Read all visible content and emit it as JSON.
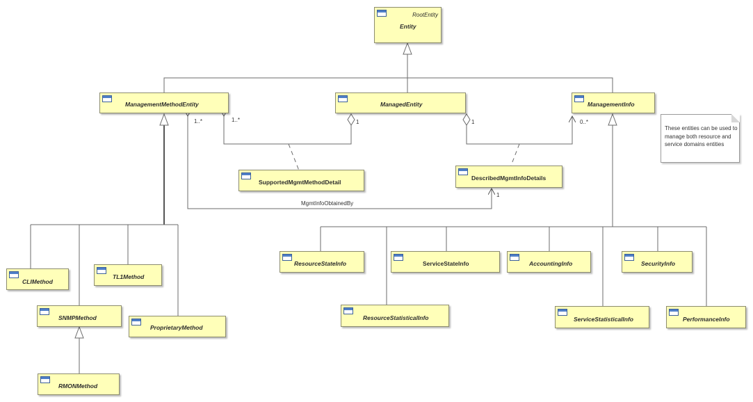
{
  "classes": {
    "entity": {
      "name": "Entity",
      "stereotype": "RootEntity"
    },
    "management_method_entity": {
      "name": "ManagementMethodEntity"
    },
    "managed_entity": {
      "name": "ManagedEntity"
    },
    "management_info": {
      "name": "ManagementInfo"
    },
    "supported_mgmt_method_detail": {
      "name": "SupportedMgmtMethodDetail"
    },
    "described_mgmt_info_details": {
      "name": "DescribedMgmtInfoDetails"
    },
    "cli_method": {
      "name": "CLIMethod"
    },
    "tl1_method": {
      "name": "TL1Method"
    },
    "snmp_method": {
      "name": "SNMPMethod"
    },
    "proprietary_method": {
      "name": "ProprietaryMethod"
    },
    "rmon_method": {
      "name": "RMONMethod"
    },
    "resource_state_info": {
      "name": "ResourceStateInfo"
    },
    "service_state_info": {
      "name": "ServiceStateInfo"
    },
    "accounting_info": {
      "name": "AccountingInfo"
    },
    "security_info": {
      "name": "SecurityInfo"
    },
    "resource_statistical_info": {
      "name": "ResourceStatisticalInfo"
    },
    "service_statistical_info": {
      "name": "ServiceStatisticalInfo"
    },
    "performance_info": {
      "name": "PerformanceInfo"
    }
  },
  "multiplicities": {
    "mme_left": "1..*",
    "mme_right": "1..*",
    "managed_left": "1",
    "managed_right": "1",
    "mgmt_info": "0..*",
    "described": "1"
  },
  "association_label": "MgmtInfoObtainedBy",
  "note": "These entities can be used to manage both resource and service domains entities"
}
